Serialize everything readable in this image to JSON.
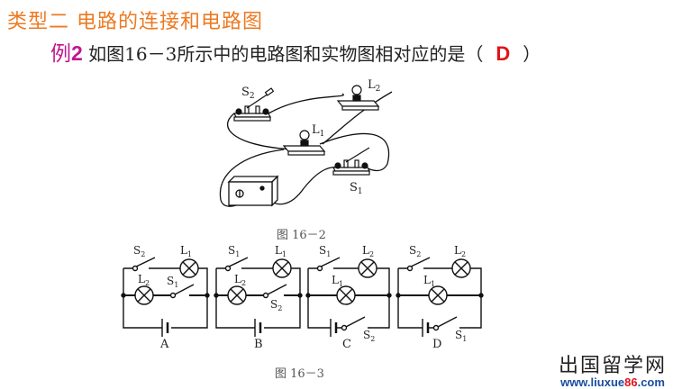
{
  "header": {
    "title": "类型二  电路的连接和电路图"
  },
  "question": {
    "label": "例",
    "number": "2",
    "text_before": "如图16－3所示中的电路图和实物图相对应的是（",
    "answer": "D",
    "text_after": "）"
  },
  "figure_physical": {
    "caption": "图 16－2",
    "labels": {
      "s2": "S",
      "s2_sub": "2",
      "l2": "L",
      "l2_sub": "2",
      "l1": "L",
      "l1_sub": "1",
      "s1": "S",
      "s1_sub": "1"
    }
  },
  "figure_circuits": {
    "caption": "图 16－3",
    "options": [
      {
        "letter": "A",
        "top_switch": "S",
        "top_switch_sub": "2",
        "top_lamp": "L",
        "top_lamp_sub": "1",
        "mid_lamp": "L",
        "mid_lamp_sub": "2",
        "mid_switch": "S",
        "mid_switch_sub": "1"
      },
      {
        "letter": "B",
        "top_switch": "S",
        "top_switch_sub": "1",
        "top_lamp": "L",
        "top_lamp_sub": "1",
        "mid_lamp": "L",
        "mid_lamp_sub": "2",
        "mid_switch": "S",
        "mid_switch_sub": "2"
      },
      {
        "letter": "C",
        "top_switch": "S",
        "top_switch_sub": "1",
        "top_lamp": "L",
        "top_lamp_sub": "2",
        "mid_lamp": "L",
        "mid_lamp_sub": "1",
        "bot_switch": "S",
        "bot_switch_sub": "2"
      },
      {
        "letter": "D",
        "top_switch": "S",
        "top_switch_sub": "2",
        "top_lamp": "L",
        "top_lamp_sub": "2",
        "mid_lamp": "L",
        "mid_lamp_sub": "1",
        "bot_switch": "S",
        "bot_switch_sub": "1"
      }
    ]
  },
  "watermark": {
    "site_name": "出国留学网",
    "url_prefix": "www.liuxue",
    "url_highlight": "86",
    "url_suffix": ".com"
  }
}
